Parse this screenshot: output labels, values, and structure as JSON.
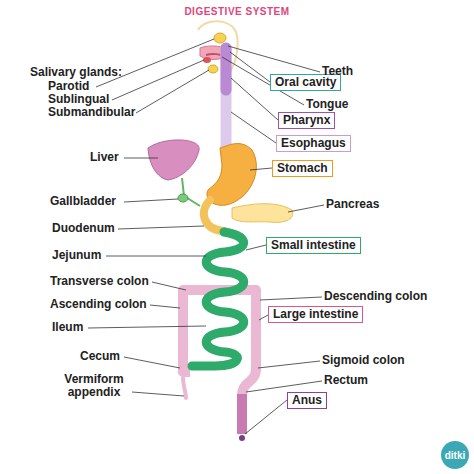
{
  "diagram": {
    "title": "DIGESTIVE SYSTEM",
    "nodes": [
      {
        "text": [
          "Oral cavity"
        ]
      },
      {
        "text": [
          "Pharynx"
        ]
      },
      {
        "text": [
          "Esophagus"
        ]
      },
      {
        "text": [
          "Stomach"
        ]
      },
      {
        "text": [
          "Small intestine"
        ]
      },
      {
        "text": [
          "Large intestine"
        ]
      },
      {
        "text": [
          "Anus"
        ]
      }
    ],
    "labels": [
      "Salivary glands:",
      "Parotid",
      "Sublingual",
      "Submandibular",
      "Teeth",
      "Tongue",
      "Liver",
      "Gallbladder",
      "Pancreas",
      "Duodenum",
      "Jejunum",
      "Transverse colon",
      "Ascending colon",
      "Descending colon",
      "Ileum",
      "Cecum",
      "Sigmoid colon",
      "Rectum",
      "Vermiform appendix",
      "ditki"
    ]
  }
}
